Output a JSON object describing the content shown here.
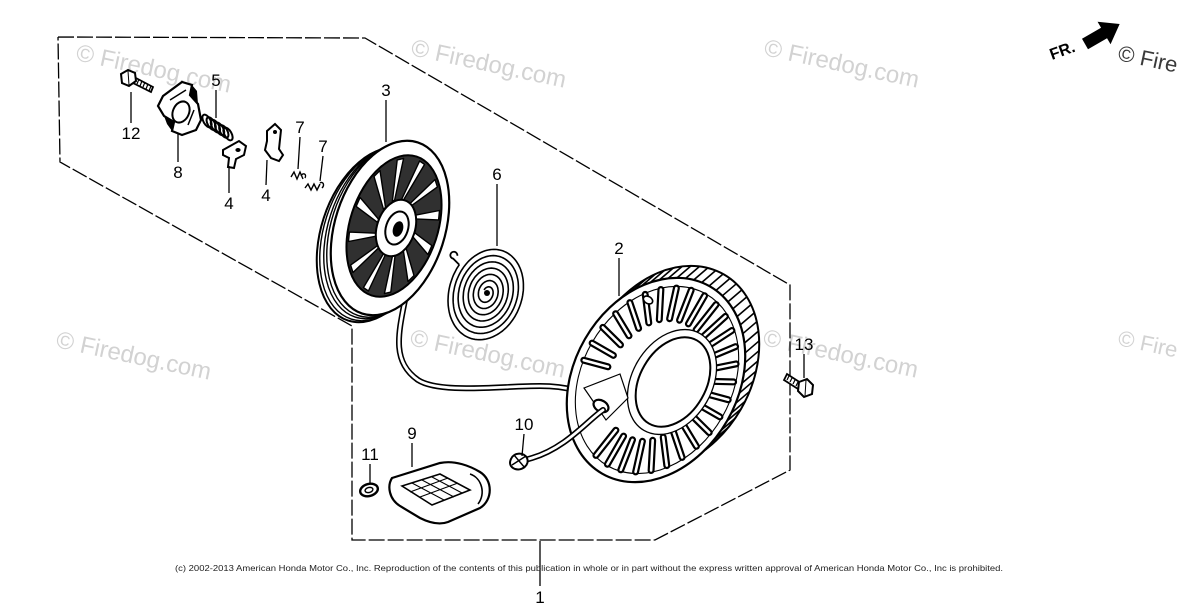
{
  "callouts": {
    "part_1": "1",
    "part_2": "2",
    "part_3": "3",
    "part_4a": "4",
    "part_4b": "4",
    "part_5": "5",
    "part_6": "6",
    "part_7a": "7",
    "part_7b": "7",
    "part_8": "8",
    "part_9": "9",
    "part_10": "10",
    "part_11": "11",
    "part_12": "12",
    "part_13": "13"
  },
  "direction_marker": "FR.",
  "watermarks": [
    "© Firedog.com",
    "© Firedog.com",
    "© Firedog.com",
    "© Fire",
    "© Firedog.com",
    "© Firedog.com",
    "© Firedog.com",
    "© Fire"
  ],
  "copyright": "(c) 2002-2013 American Honda Motor Co., Inc. Reproduction of the contents of this publication in whole or in part without the express written approval of American Honda Motor Co., Inc is prohibited.",
  "colors": {
    "ink": "#000000",
    "watermark": "#d2d2d2",
    "background": "#ffffff"
  }
}
